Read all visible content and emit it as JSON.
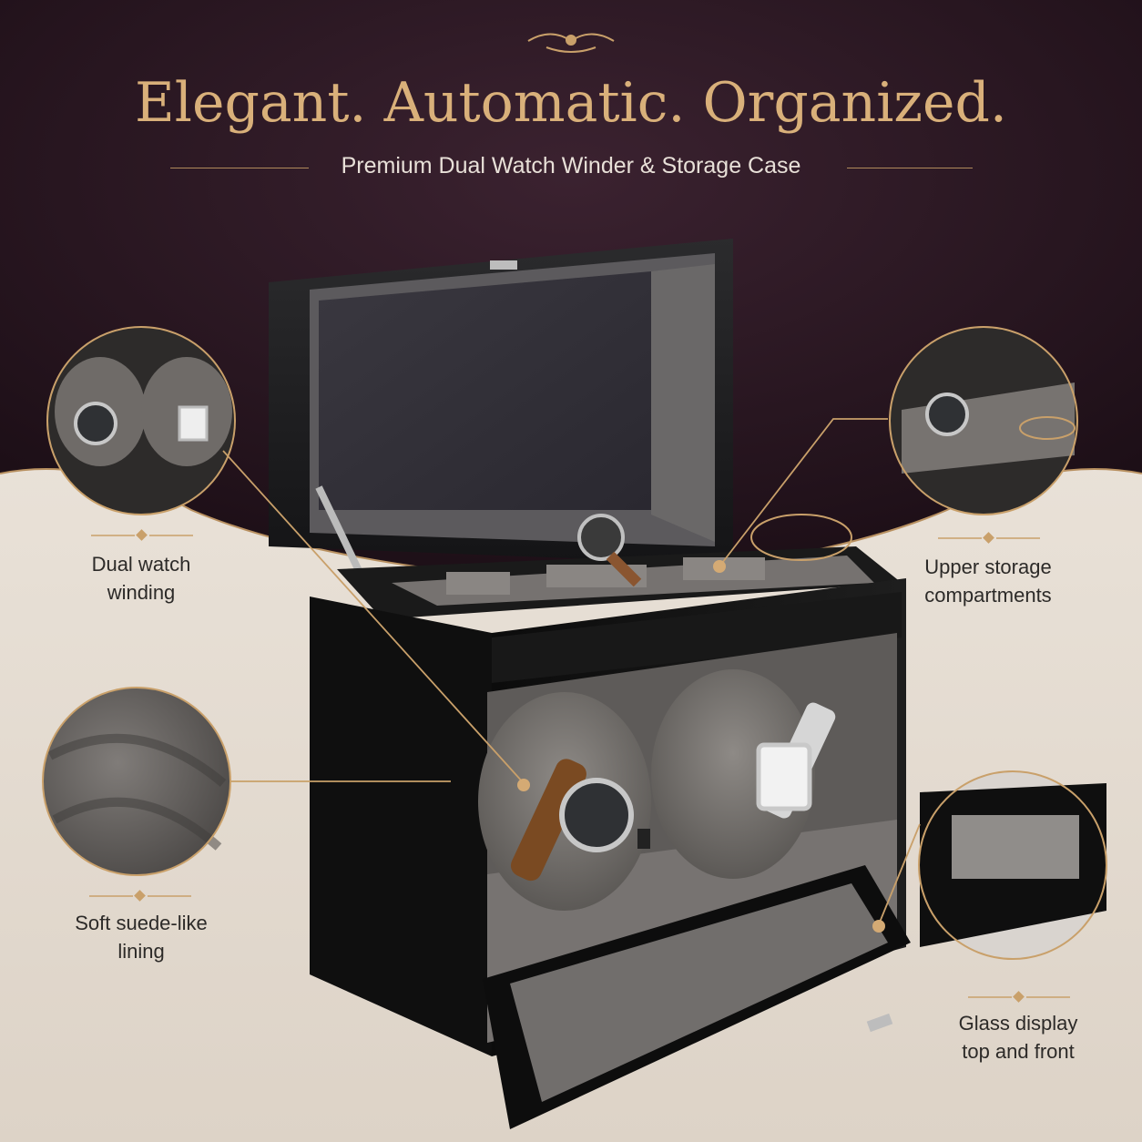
{
  "header": {
    "title": "Elegant. Automatic. Organized.",
    "subtitle": "Premium Dual Watch Winder & Storage Case"
  },
  "features": {
    "dual_winding": {
      "line1": "Dual watch",
      "line2": "winding"
    },
    "upper_storage": {
      "line1": "Upper storage",
      "line2": "compartments"
    },
    "lining": {
      "line1": "Soft suede-like",
      "line2": "lining"
    },
    "glass": {
      "line1": "Glass display",
      "line2": "top and front"
    }
  },
  "colors": {
    "background_dark": "#2a1620",
    "background_floor": "#e9e1d6",
    "accent_gold": "#c9a06a",
    "case_black": "#141414",
    "lining_grey": "#6b6866"
  }
}
